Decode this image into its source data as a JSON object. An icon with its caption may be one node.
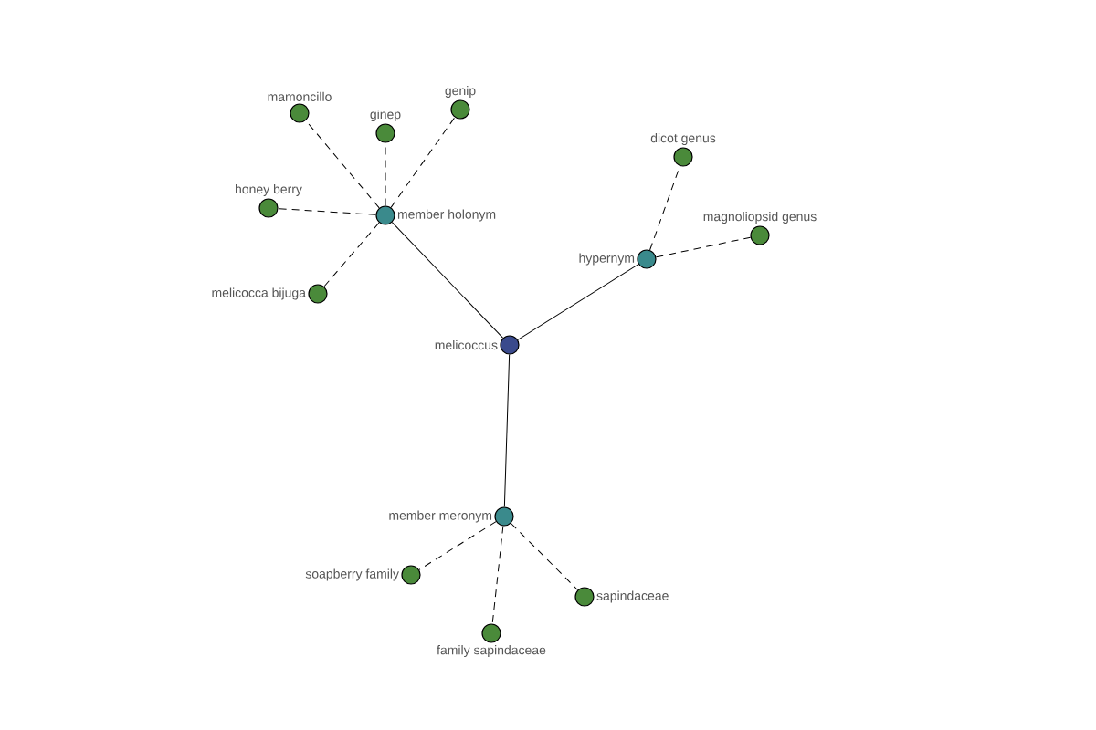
{
  "diagram": {
    "nodes": [
      {
        "text": [
          "melicoccus"
        ]
      },
      {
        "text": [
          "member holonym"
        ]
      },
      {
        "text": [
          "mamoncillo"
        ]
      },
      {
        "text": [
          "ginep"
        ]
      },
      {
        "text": [
          "genip"
        ]
      },
      {
        "text": [
          "honey berry"
        ]
      },
      {
        "text": [
          "melicocca bijuga"
        ]
      },
      {
        "text": [
          "hypernym"
        ]
      },
      {
        "text": [
          "dicot genus"
        ]
      },
      {
        "text": [
          "magnoliopsid genus"
        ]
      },
      {
        "text": [
          "member meronym"
        ]
      },
      {
        "text": [
          "soapberry family"
        ]
      },
      {
        "text": [
          "family sapindaceae"
        ]
      },
      {
        "text": [
          "sapindaceae"
        ]
      }
    ],
    "edges": [
      {
        "from": 0,
        "to": 1,
        "arrow": "none"
      },
      {
        "from": 1,
        "to": 2,
        "arrow": "none",
        "style": "dashed"
      },
      {
        "from": 1,
        "to": 3,
        "arrow": "none",
        "style": "dashed"
      },
      {
        "from": 1,
        "to": 4,
        "arrow": "none",
        "style": "dashed"
      },
      {
        "from": 1,
        "to": 5,
        "arrow": "none",
        "style": "dashed"
      },
      {
        "from": 1,
        "to": 6,
        "arrow": "none",
        "style": "dashed"
      },
      {
        "from": 0,
        "to": 7,
        "arrow": "none"
      },
      {
        "from": 7,
        "to": 8,
        "arrow": "none",
        "style": "dashed"
      },
      {
        "from": 7,
        "to": 9,
        "arrow": "none",
        "style": "dashed"
      },
      {
        "from": 0,
        "to": 10,
        "arrow": "none"
      },
      {
        "from": 10,
        "to": 11,
        "arrow": "none",
        "style": "dashed"
      },
      {
        "from": 10,
        "to": 12,
        "arrow": "none",
        "style": "dashed"
      },
      {
        "from": 10,
        "to": 13,
        "arrow": "none",
        "style": "dashed"
      }
    ]
  }
}
